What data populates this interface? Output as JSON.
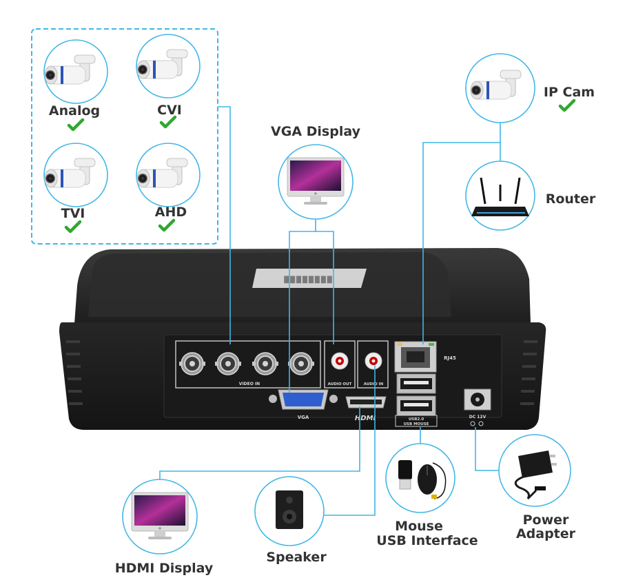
{
  "colors": {
    "accent": "#3fb6e8",
    "check": "#2fa82f",
    "label": "#333333",
    "dvr_body": "#1c1c1c"
  },
  "cameras": {
    "analog": "Analog",
    "cvi": "CVI",
    "tvi": "TVI",
    "ahd": "AHD"
  },
  "devices": {
    "vga_display": "VGA Display",
    "ip_cam": "IP Cam",
    "router": "Router",
    "hdmi_display": "HDMI Display",
    "speaker": "Speaker",
    "mouse_line1": "Mouse",
    "mouse_line2": "USB Interface",
    "power_line1": "Power",
    "power_line2": "Adapter"
  },
  "ports": {
    "video_in": "VIDEO IN",
    "audio_out": "AUDIO OUT",
    "audio_in": "AUDIO IN",
    "vga": "VGA",
    "hdmi": "HDMI",
    "rj45": "RJ45",
    "usb_line1": "USB2.0",
    "usb_line2": "USB MOUSE",
    "dc": "DC 12V"
  }
}
